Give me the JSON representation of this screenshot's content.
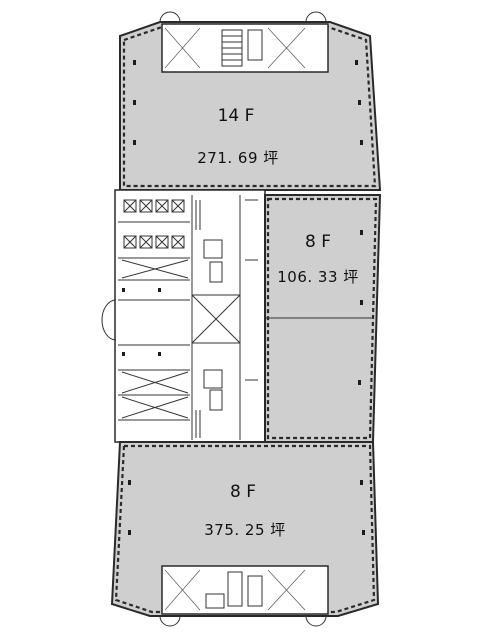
{
  "zones": {
    "top": {
      "floor": "14 F",
      "area": "271. 69 坪"
    },
    "right": {
      "floor": "8 F",
      "area": "106. 33 坪"
    },
    "bottom": {
      "floor": "8 F",
      "area": "375. 25 坪"
    }
  }
}
